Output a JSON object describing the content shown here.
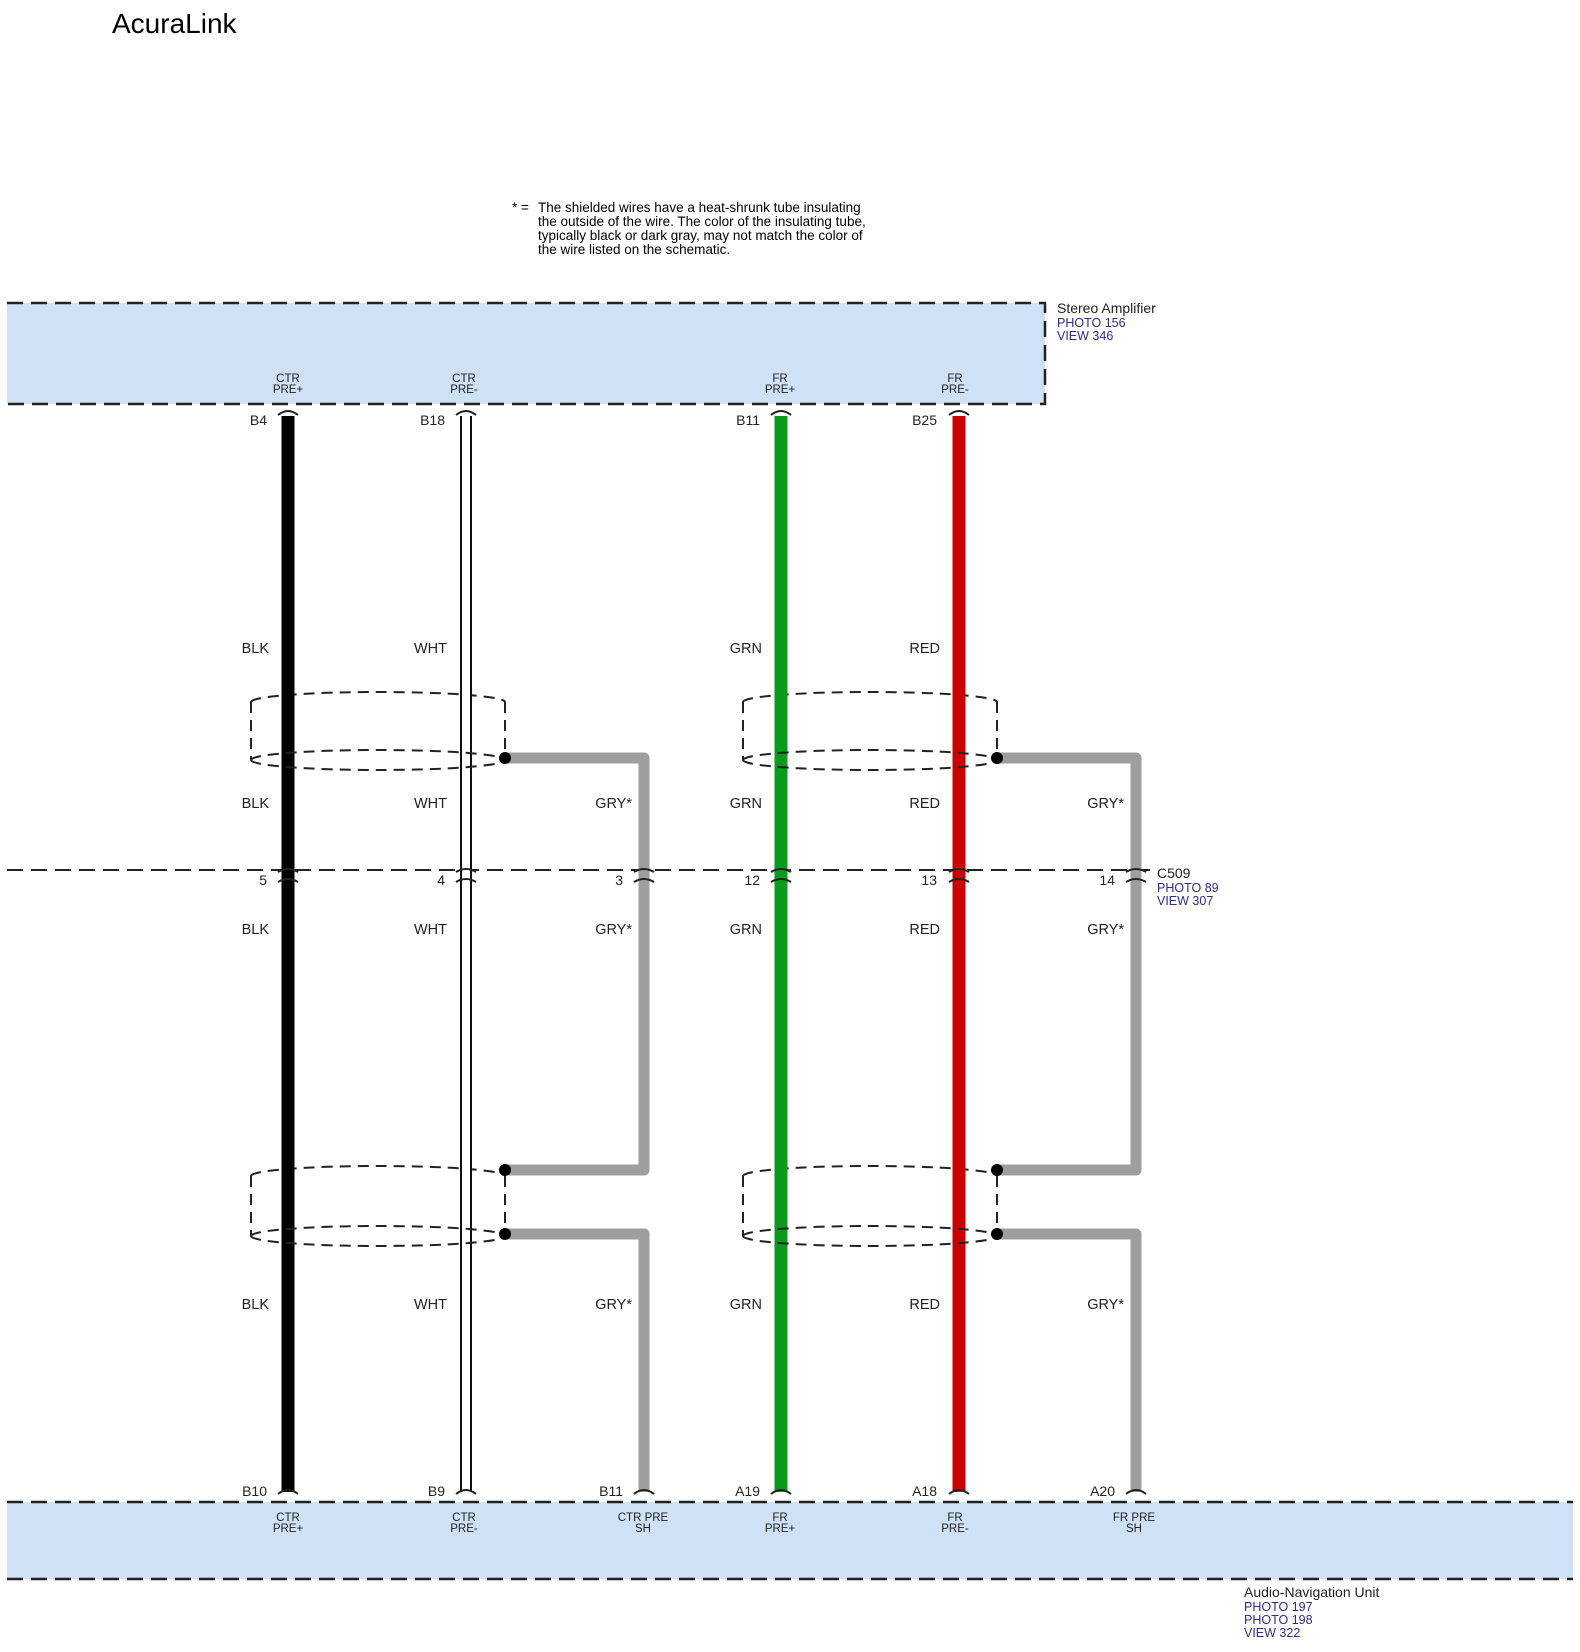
{
  "title": "AcuraLink",
  "note": {
    "marker": "* =",
    "lines": [
      "The shielded wires have a heat-shrunk tube insulating",
      "the outside of the wire. The color of the insulating tube,",
      "typically black or dark gray, may not match the color of",
      "the wire listed on the schematic."
    ]
  },
  "components": {
    "amplifier": {
      "name": "Stereo Amplifier",
      "refs": [
        "PHOTO 156",
        "VIEW 346"
      ]
    },
    "connector": {
      "name": "C509",
      "refs": [
        "PHOTO 89",
        "VIEW 307"
      ]
    },
    "nav_unit": {
      "name": "Audio-Navigation Unit",
      "refs": [
        "PHOTO 197",
        "PHOTO 198",
        "VIEW 322"
      ]
    }
  },
  "wires": [
    {
      "id": "ctr-pos",
      "color_code": "BLK",
      "stroke": "#000000",
      "hollow": false,
      "top_pin": "B4",
      "top_sig": [
        "CTR",
        "PRE+"
      ],
      "c509_pin": "5",
      "bot_pin": "B10",
      "bot_sig": [
        "CTR",
        "PRE+"
      ]
    },
    {
      "id": "ctr-neg",
      "color_code": "WHT",
      "stroke": "#ffffff",
      "hollow": true,
      "top_pin": "B18",
      "top_sig": [
        "CTR",
        "PRE-"
      ],
      "c509_pin": "4",
      "bot_pin": "B9",
      "bot_sig": [
        "CTR",
        "PRE-"
      ]
    },
    {
      "id": "ctr-sh",
      "color_code": "GRY*",
      "stroke": "#9e9e9e",
      "hollow": false,
      "c509_pin": "3",
      "bot_pin": "B11",
      "bot_sig": [
        "CTR PRE",
        "SH"
      ]
    },
    {
      "id": "fr-pos",
      "color_code": "GRN",
      "stroke": "#0a9a1c",
      "hollow": false,
      "top_pin": "B11",
      "top_sig": [
        "FR",
        "PRE+"
      ],
      "c509_pin": "12",
      "bot_pin": "A19",
      "bot_sig": [
        "FR",
        "PRE+"
      ]
    },
    {
      "id": "fr-neg",
      "color_code": "RED",
      "stroke": "#cc0000",
      "hollow": false,
      "top_pin": "B25",
      "top_sig": [
        "FR",
        "PRE-"
      ],
      "c509_pin": "13",
      "bot_pin": "A18",
      "bot_sig": [
        "FR",
        "PRE-"
      ]
    },
    {
      "id": "fr-sh",
      "color_code": "GRY*",
      "stroke": "#9e9e9e",
      "hollow": false,
      "c509_pin": "14",
      "bot_pin": "A20",
      "bot_sig": [
        "FR PRE",
        "SH"
      ]
    }
  ],
  "colors": {
    "component_fill": "#cfe1f4",
    "dash": "#222222",
    "ref_link": "#2b2b9a"
  }
}
